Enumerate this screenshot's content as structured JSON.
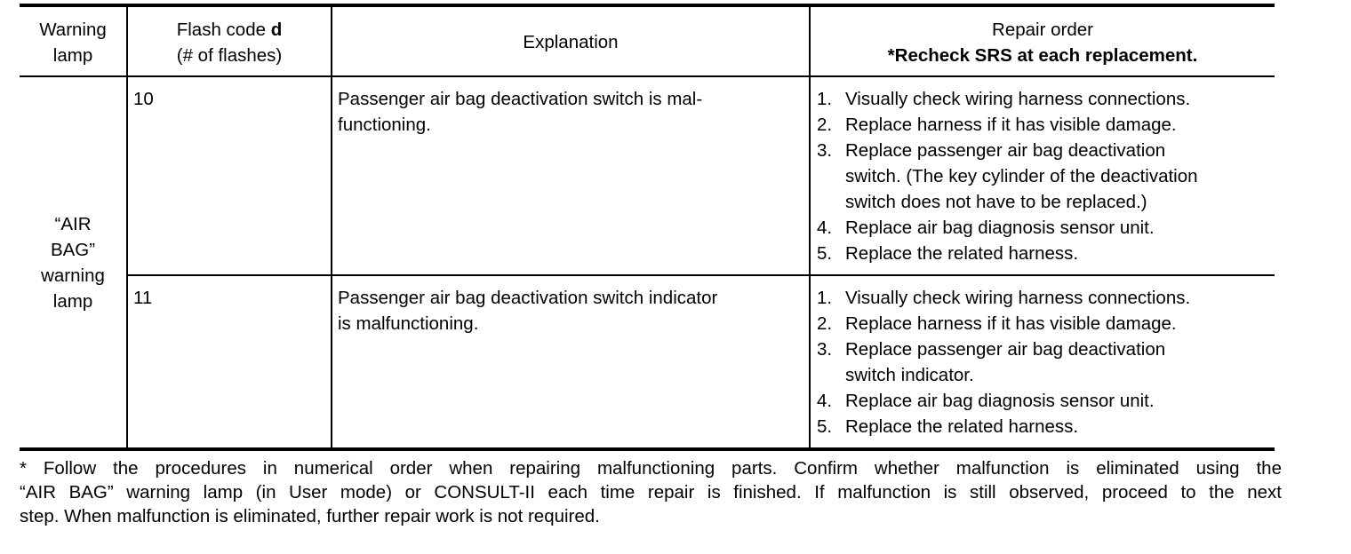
{
  "table": {
    "headers": {
      "warning_lamp": [
        "Warning",
        "lamp"
      ],
      "flash_code_line1_prefix": "Flash code ",
      "flash_code_line1_suffix": "d",
      "flash_code_line2": "(# of flashes)",
      "explanation": "Explanation",
      "repair_order_line1": "Repair order",
      "repair_order_line2": "*Recheck SRS at each replacement."
    },
    "warning_lamp_cell": [
      "“AIR",
      "BAG”",
      "warning",
      "lamp"
    ],
    "rows": [
      {
        "code": "10",
        "explanation": [
          "Passenger air bag deactivation switch is mal-",
          "functioning."
        ],
        "steps": [
          {
            "num": "1.",
            "lines": [
              "Visually check wiring harness connections."
            ]
          },
          {
            "num": "2.",
            "lines": [
              "Replace harness if it has visible damage."
            ]
          },
          {
            "num": "3.",
            "lines": [
              "Replace passenger air bag deactivation",
              "switch. (The key cylinder of the deactivation",
              "switch does not have to be replaced.)"
            ]
          },
          {
            "num": "4.",
            "lines": [
              "Replace air bag diagnosis sensor unit."
            ]
          },
          {
            "num": "5.",
            "lines": [
              "Replace the related harness."
            ]
          }
        ]
      },
      {
        "code": "11",
        "explanation": [
          "Passenger air bag deactivation switch indicator",
          "is malfunctioning."
        ],
        "steps": [
          {
            "num": "1.",
            "lines": [
              "Visually check wiring harness connections."
            ]
          },
          {
            "num": "2.",
            "lines": [
              "Replace harness if it has visible damage."
            ]
          },
          {
            "num": "3.",
            "lines": [
              "Replace passenger air bag deactivation",
              "switch indicator."
            ]
          },
          {
            "num": "4.",
            "lines": [
              "Replace air bag diagnosis sensor unit."
            ]
          },
          {
            "num": "5.",
            "lines": [
              "Replace the related harness."
            ]
          }
        ]
      }
    ]
  },
  "footnote": [
    "* Follow the procedures in numerical order when repairing malfunctioning parts. Confirm whether malfunction is eliminated using the",
    "“AIR BAG” warning lamp (in User mode) or CONSULT-II each time repair is finished. If malfunction is still observed, proceed to the next",
    "step. When malfunction is eliminated, further repair work is not required."
  ]
}
